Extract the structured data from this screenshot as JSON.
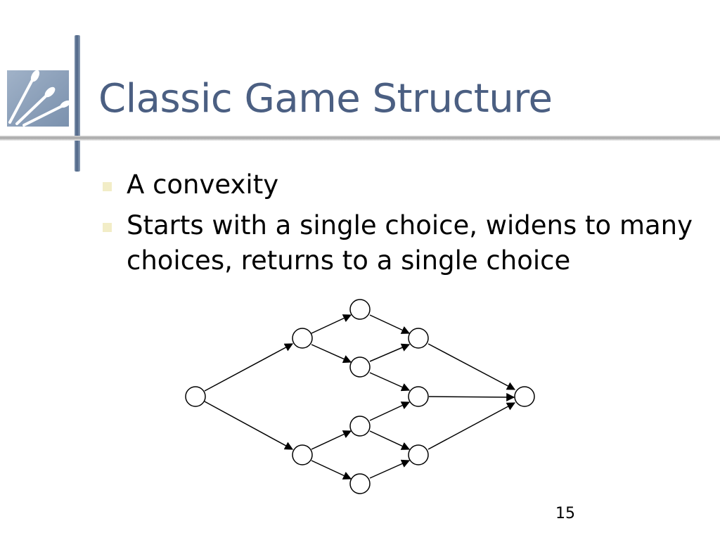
{
  "slide": {
    "title": "Classic Game Structure",
    "bullets": [
      {
        "text": "A convexity"
      },
      {
        "text": "Starts with a single choice, widens to many choices, returns to a single choice"
      }
    ],
    "page_number": "15"
  },
  "colors": {
    "title": "#4b5f82",
    "bullet_marker": "#f2edc7",
    "logo_background": "#8ea3bd",
    "accent_bar": "#4d6485"
  },
  "icons": {
    "logo": "rowing-oars-logo-icon"
  }
}
